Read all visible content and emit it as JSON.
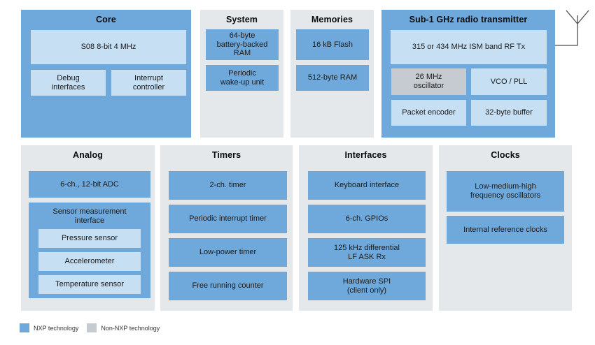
{
  "palette": {
    "nxp_blue": "#6fa9db",
    "light_blue": "#c7dff3",
    "panel_gray": "#e4e8eb",
    "non_nxp_gray": "#c5cbd0",
    "line_color": "#4d4d4d"
  },
  "icons": {
    "antenna": "antenna-symbol"
  },
  "sections": {
    "core": {
      "title": "Core",
      "cpu": "S08 8-bit 4 MHz",
      "debug": "Debug\ninterfaces",
      "interrupt": "Interrupt\ncontroller"
    },
    "system": {
      "title": "System",
      "items": [
        "64-byte\nbattery-backed\nRAM",
        "Periodic\nwake-up unit"
      ]
    },
    "memories": {
      "title": "Memories",
      "items": [
        "16 kB Flash",
        "512-byte RAM"
      ]
    },
    "radio": {
      "title": "Sub-1 GHz radio transmitter",
      "rf_tx": "315 or 434 MHz ISM band RF Tx",
      "oscillator": "26 MHz\noscillator",
      "vco_pll": "VCO / PLL",
      "packet_encoder": "Packet encoder",
      "buffer": "32-byte buffer"
    },
    "analog": {
      "title": "Analog",
      "adc": "6-ch., 12-bit ADC",
      "smi_title": "Sensor measurement\ninterface",
      "smi_items": [
        "Pressure sensor",
        "Accelerometer",
        "Temperature sensor"
      ]
    },
    "timers": {
      "title": "Timers",
      "items": [
        "2-ch. timer",
        "Periodic interrupt timer",
        "Low-power timer",
        "Free running counter"
      ]
    },
    "interfaces": {
      "title": "Interfaces",
      "items": [
        "Keyboard interface",
        "6-ch. GPIOs",
        "125 kHz differential\nLF ASK Rx",
        "Hardware SPI\n(client only)"
      ]
    },
    "clocks": {
      "title": "Clocks",
      "items": [
        "Low-medium-high\nfrequency oscillators",
        "Internal reference clocks"
      ]
    }
  },
  "legend": {
    "nxp_label": "NXP technology",
    "non_nxp_label": "Non-NXP technology"
  }
}
